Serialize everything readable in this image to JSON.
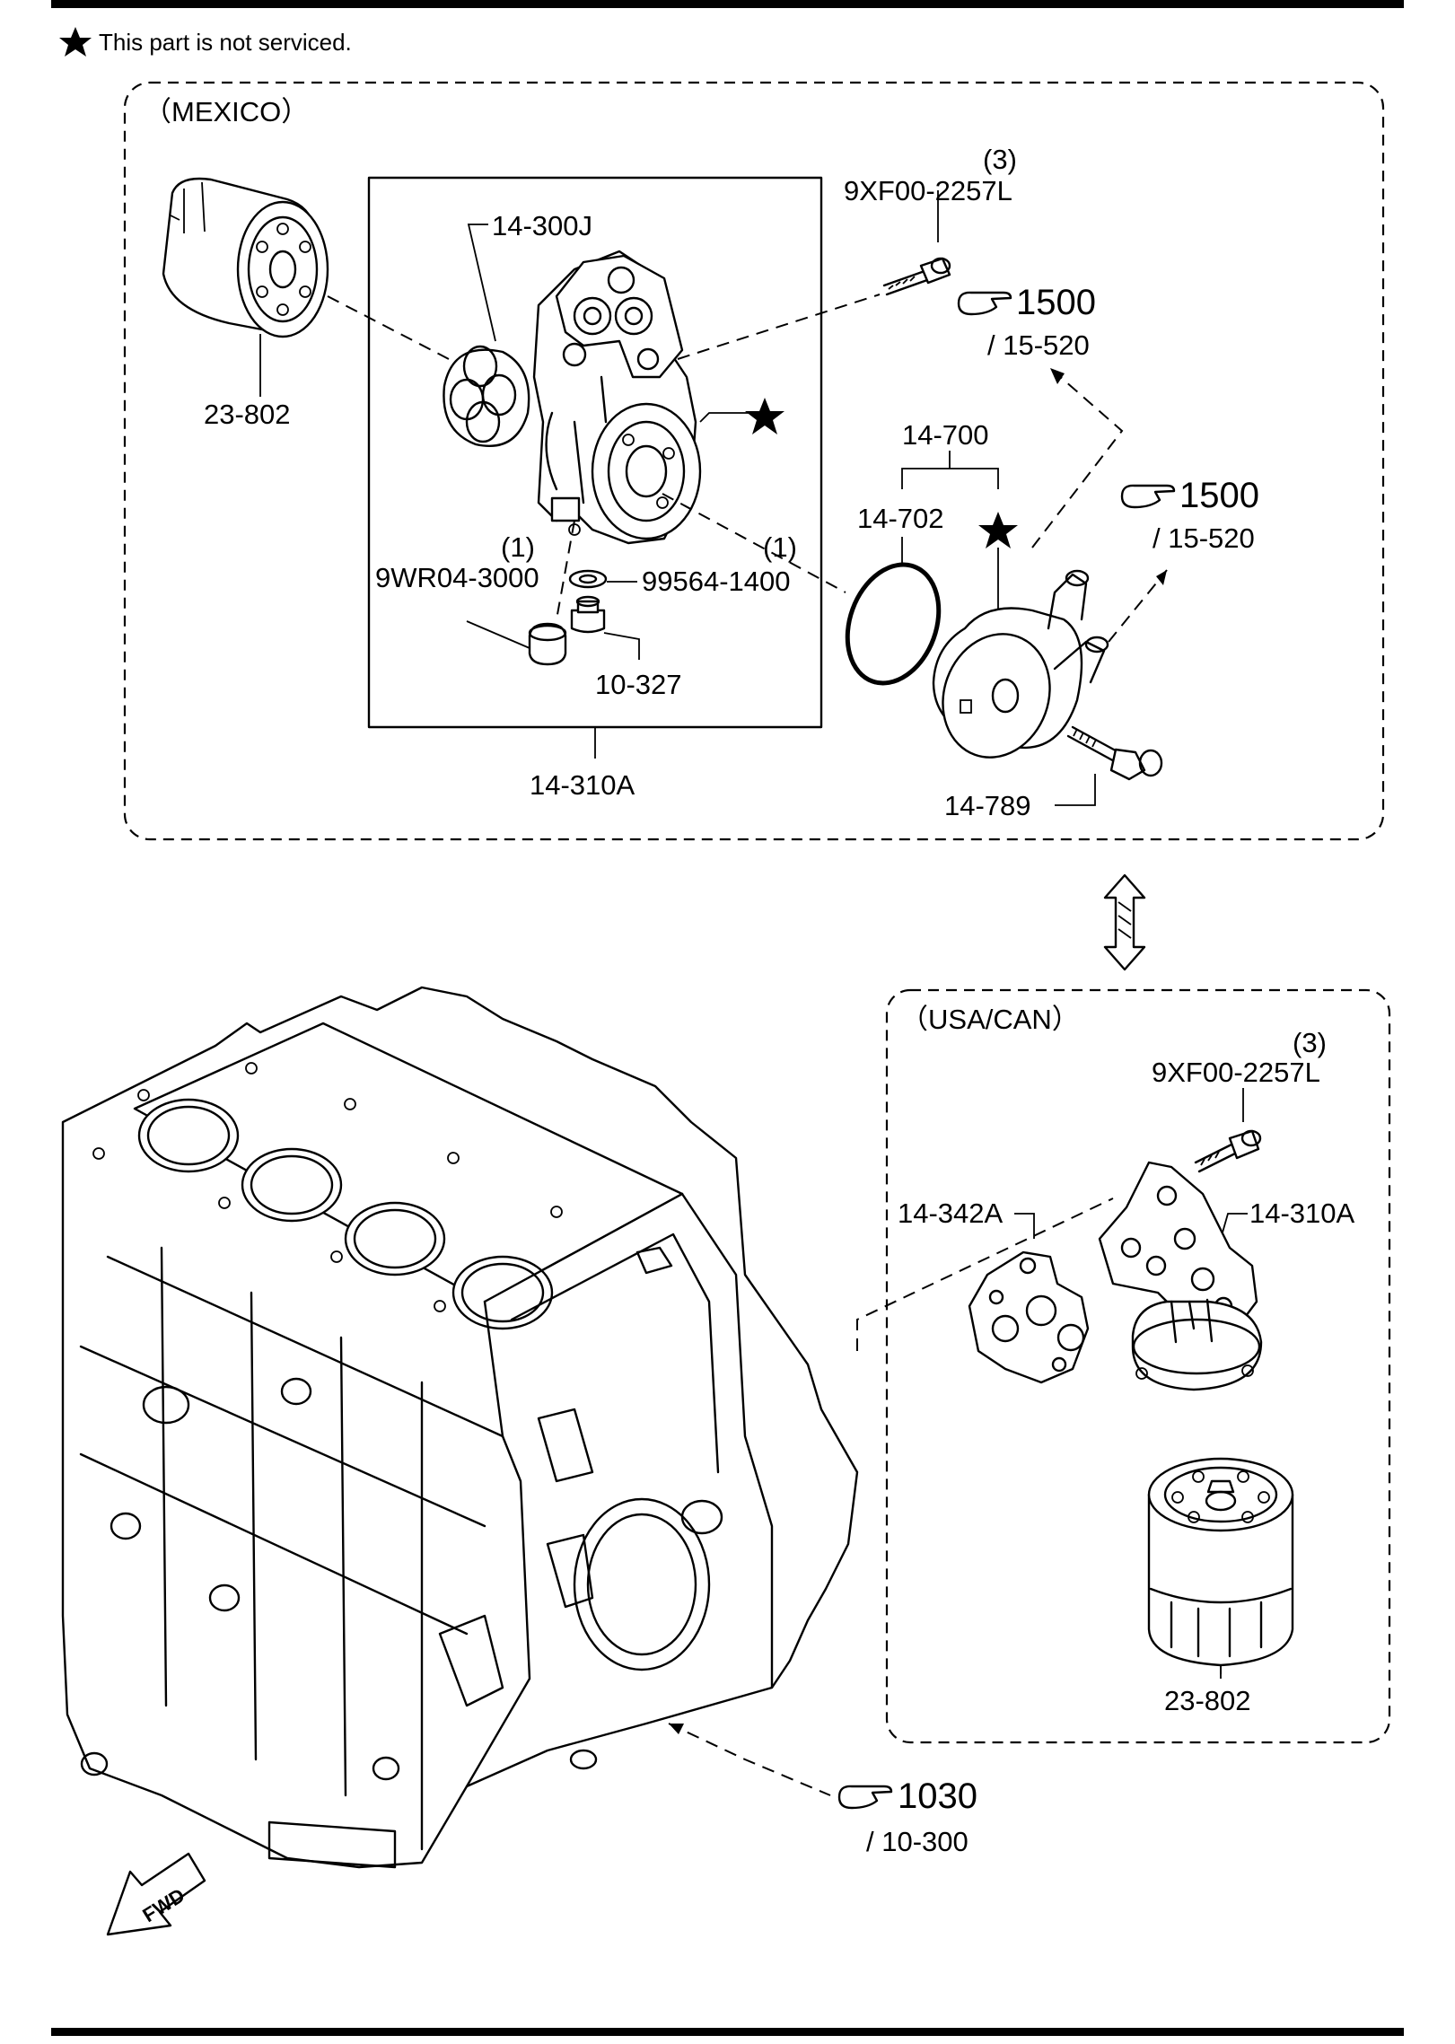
{
  "note": "This part is not serviced.",
  "mexico": {
    "title": "（MEXICO）",
    "labels": {
      "gasket": "14-300J",
      "bolt_qty": "(3)",
      "bolt": "9XF00-2257L",
      "filter": "23-802",
      "ref1_num": "1500",
      "ref1_sub": "/ 15-520",
      "cooler_group": "14-700",
      "oring": "14-702",
      "ref2_num": "1500",
      "ref2_sub": "/ 15-520",
      "cap_qty": "(1)",
      "cap": "9WR04-3000",
      "washer_qty": "(1)",
      "washer": "99564-1400",
      "plug": "10-327",
      "housing": "14-310A",
      "cooler_bolt": "14-789"
    }
  },
  "usa": {
    "title": "（USA/CAN）",
    "labels": {
      "bolt_qty": "(3)",
      "bolt": "9XF00-2257L",
      "gasket": "14-342A",
      "housing": "14-310A",
      "filter": "23-802"
    }
  },
  "block_ref": {
    "num": "1030",
    "sub": "/ 10-300"
  },
  "fwd": "FWD",
  "icons": {
    "star": "star-icon",
    "pointing_hand": "pointing-hand-icon",
    "double_arrow": "double-arrow-icon",
    "fwd_arrow": "fwd-arrow-icon"
  }
}
